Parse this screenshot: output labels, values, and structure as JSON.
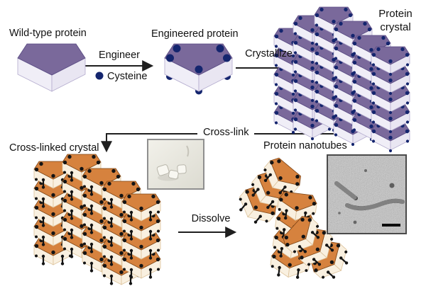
{
  "diagram": {
    "stages": {
      "wild_type": "Wild-type protein",
      "engineered": "Engineered protein",
      "protein_crystal": "Protein\ncrystal",
      "cross_linked_crystal": "Cross-linked crystal",
      "protein_nanotubes": "Protein nanotubes"
    },
    "steps": {
      "engineer": "Engineer",
      "cysteine": "Cysteine",
      "crystallize": "Crystallize",
      "cross_link": "Cross-link",
      "dissolve": "Dissolve"
    },
    "colors": {
      "protein_top": "#7a699b",
      "protein_side": "#f0eef7",
      "cysteine_dot": "#14256e",
      "crosslinked_top": "#d6823e",
      "crosslinked_side": "#f9f0e0",
      "crosslink_dot": "#141414",
      "arrow_color": "#1f1f1f",
      "text_color": "#111111"
    }
  }
}
